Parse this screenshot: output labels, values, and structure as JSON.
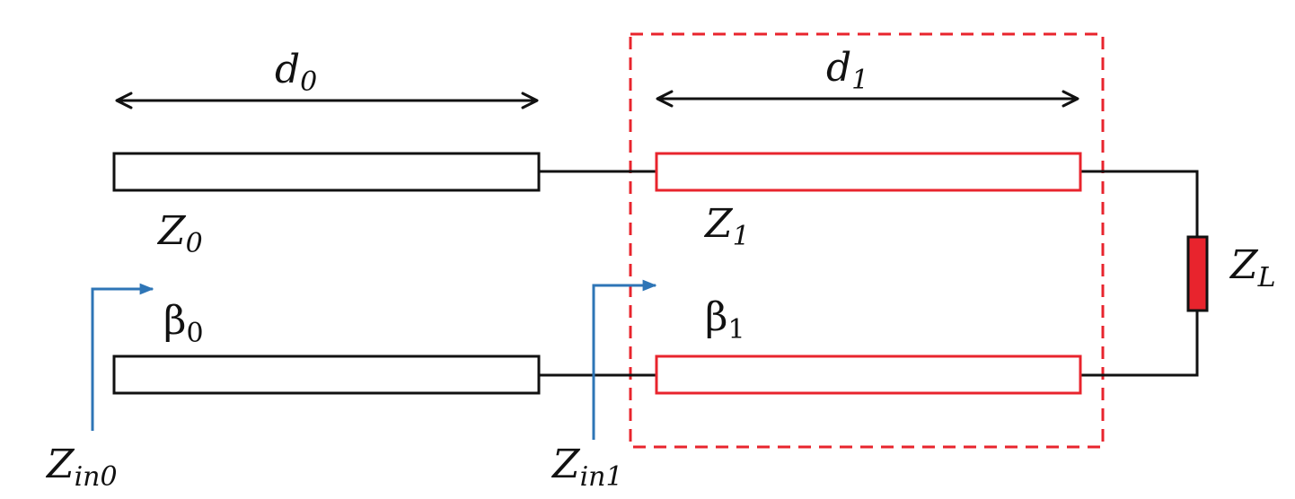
{
  "colors": {
    "black": "#111111",
    "red": "#e8242d",
    "red_fill": "#e8242d",
    "blue": "#2e75b6",
    "background": "#ffffff"
  },
  "labels": {
    "d0": {
      "main": "d",
      "sub": "0"
    },
    "d1": {
      "main": "d",
      "sub": "1"
    },
    "z0": {
      "main": "Z",
      "sub": "0"
    },
    "z1": {
      "main": "Z",
      "sub": "1"
    },
    "zl": {
      "main": "Z",
      "sub": "L"
    },
    "beta0": {
      "main": "β",
      "sub": "0"
    },
    "beta1": {
      "main": "β",
      "sub": "1"
    },
    "zin0": {
      "main": "Z",
      "sub": "in0"
    },
    "zin1": {
      "main": "Z",
      "sub": "in1"
    }
  }
}
